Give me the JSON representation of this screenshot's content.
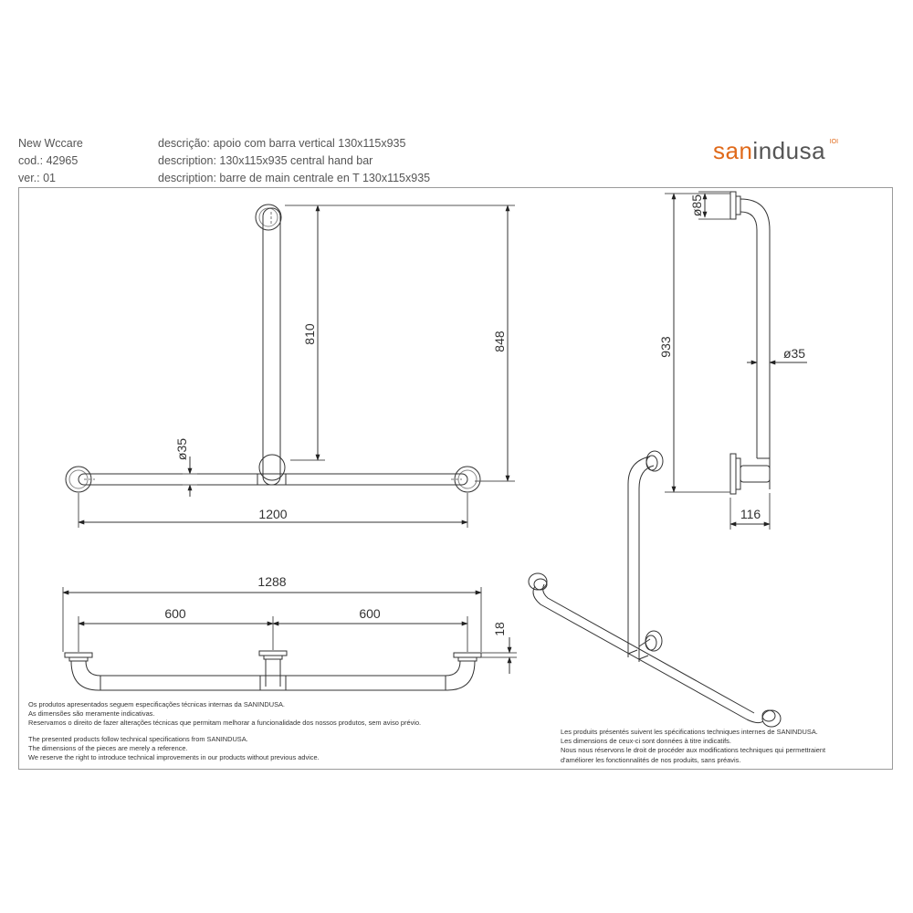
{
  "header": {
    "product": "New Wccare",
    "code": "cod.: 42965",
    "version": "ver.: 01",
    "desc_pt": "descrição: apoio com barra vertical 130x115x935",
    "desc_en": "description: 130x115x935 central hand bar",
    "desc_fr": "description: barre de main centrale en T 130x115x935"
  },
  "brand": {
    "prefix": "san",
    "suffix": "indusa",
    "mark": "IOI"
  },
  "dimensions": {
    "front_vertical_inner": "810",
    "front_vertical_total": "848",
    "front_bar_diameter": "ø35",
    "front_width": "1200",
    "side_total_height": "933",
    "side_flange_diameter": "ø85",
    "side_bar_diameter": "ø35",
    "side_projection": "116",
    "top_total_length": "1288",
    "top_left_span": "600",
    "top_right_span": "600",
    "top_flange_thickness": "18"
  },
  "notes_left": {
    "pt_1": "Os produtos apresentados seguem especificações técnicas internas da SANINDUSA.",
    "pt_2": "As dimensões são meramente indicativas.",
    "pt_3": "Reservamos o direito de fazer alterações técnicas que permitam melhorar a funcionalidade dos nossos produtos, sem aviso prévio.",
    "en_1": "The presented products follow technical specifications from SANINDUSA.",
    "en_2": "The dimensions of the pieces are merely a reference.",
    "en_3": "We reserve the right to introduce technical improvements in our products without previous advice."
  },
  "notes_right": {
    "fr_1": "Les produits présentés suivent les spécifications techniques internes de SANINDUSA.",
    "fr_2": "Les dimensions de ceux-ci sont données à titre indicatifs.",
    "fr_3": "Nous nous réservons le droit de procéder aux modifications techniques qui permettraient",
    "fr_4": "d'améliorer les fonctionnalités de nos produits, sans préavis."
  }
}
